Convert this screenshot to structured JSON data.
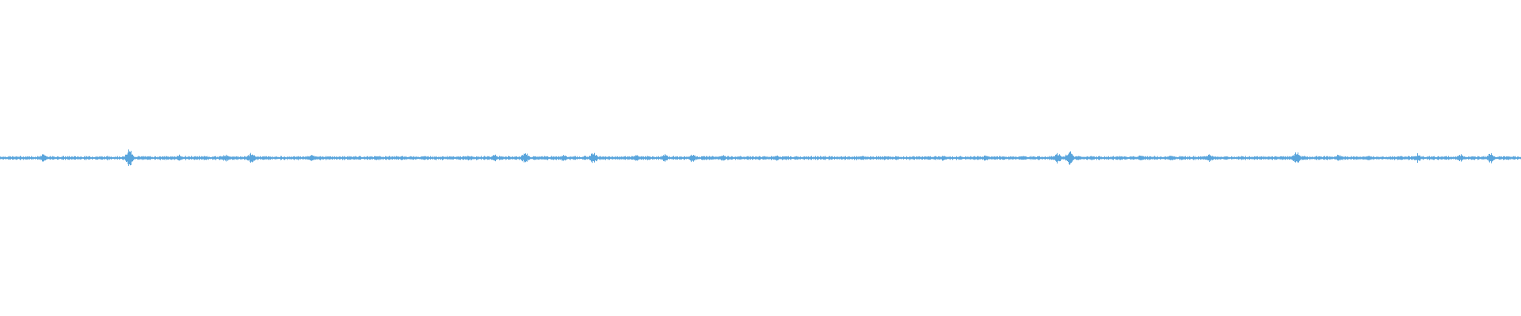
{
  "waveform": {
    "color": "#5aa5dc",
    "background": "#ffffff",
    "baseline_amplitude": 0.01,
    "seed": 7,
    "bursts": [
      {
        "t": 0.028,
        "amp": 0.03
      },
      {
        "t": 0.085,
        "amp": 0.07
      },
      {
        "t": 0.118,
        "amp": 0.025
      },
      {
        "t": 0.148,
        "amp": 0.032
      },
      {
        "t": 0.165,
        "amp": 0.045
      },
      {
        "t": 0.205,
        "amp": 0.03
      },
      {
        "t": 0.308,
        "amp": 0.022
      },
      {
        "t": 0.325,
        "amp": 0.03
      },
      {
        "t": 0.345,
        "amp": 0.045
      },
      {
        "t": 0.37,
        "amp": 0.028
      },
      {
        "t": 0.39,
        "amp": 0.05
      },
      {
        "t": 0.418,
        "amp": 0.028
      },
      {
        "t": 0.437,
        "amp": 0.03
      },
      {
        "t": 0.455,
        "amp": 0.035
      },
      {
        "t": 0.475,
        "amp": 0.025
      },
      {
        "t": 0.51,
        "amp": 0.022
      },
      {
        "t": 0.62,
        "amp": 0.022
      },
      {
        "t": 0.648,
        "amp": 0.025
      },
      {
        "t": 0.672,
        "amp": 0.022
      },
      {
        "t": 0.695,
        "amp": 0.04
      },
      {
        "t": 0.703,
        "amp": 0.06
      },
      {
        "t": 0.75,
        "amp": 0.025
      },
      {
        "t": 0.77,
        "amp": 0.022
      },
      {
        "t": 0.795,
        "amp": 0.03
      },
      {
        "t": 0.852,
        "amp": 0.05
      },
      {
        "t": 0.88,
        "amp": 0.03
      },
      {
        "t": 0.932,
        "amp": 0.038
      },
      {
        "t": 0.96,
        "amp": 0.028
      },
      {
        "t": 0.98,
        "amp": 0.045
      }
    ]
  }
}
